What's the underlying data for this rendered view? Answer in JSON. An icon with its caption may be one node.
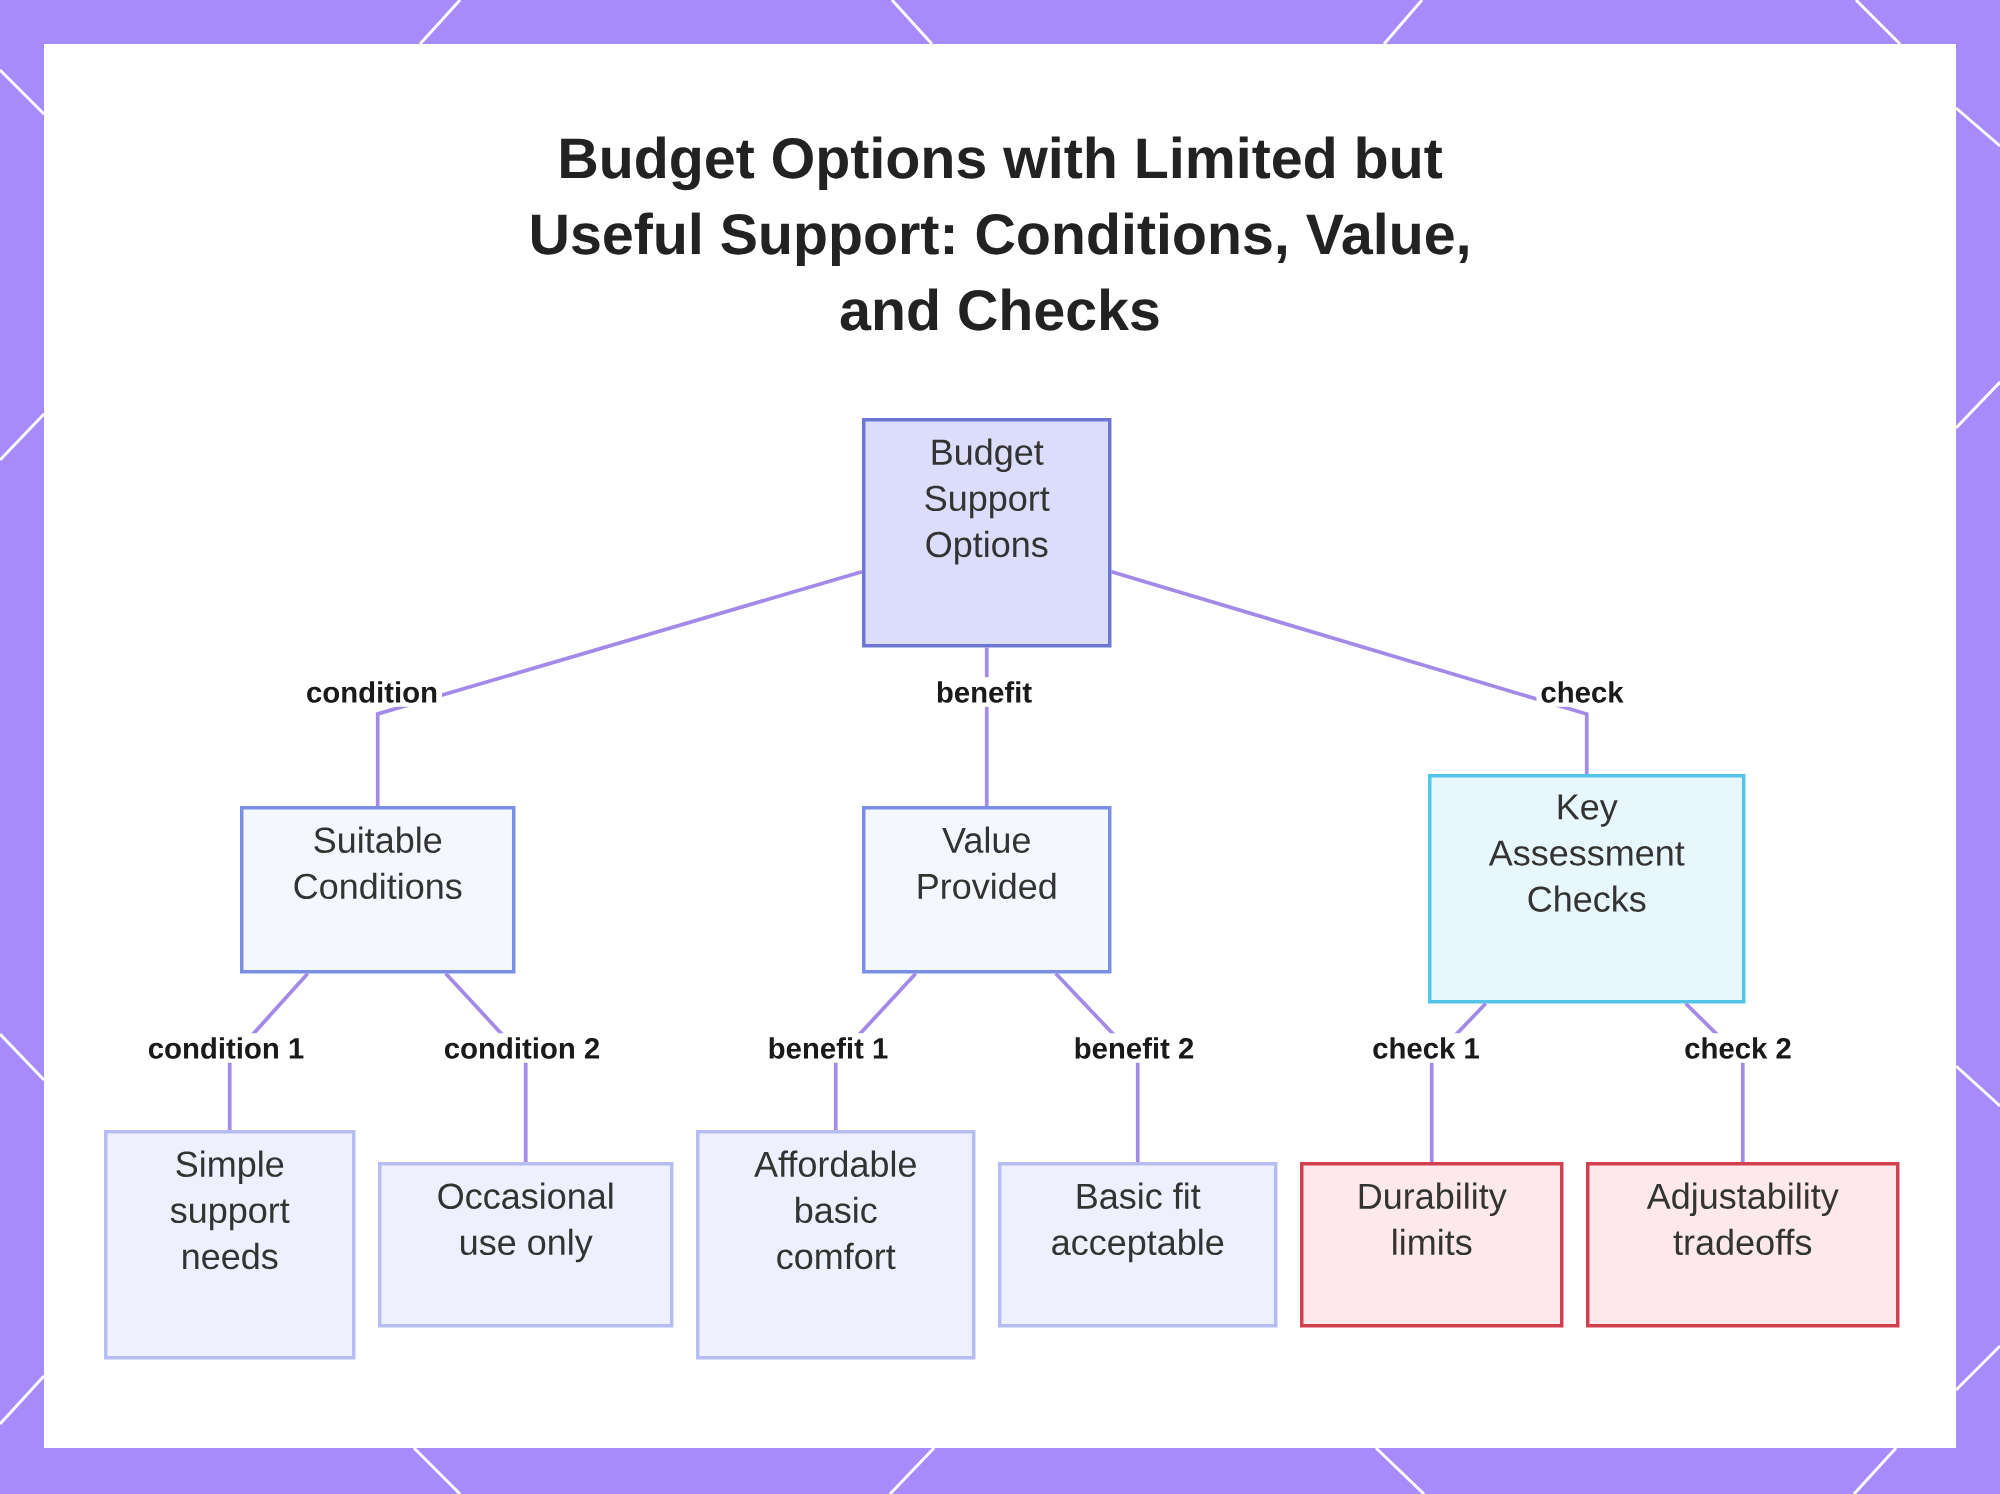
{
  "diagram": {
    "title": "Budget Options with Limited but Useful Support: Conditions, Value, and Checks",
    "nodes": [
      {
        "text": [
          "Budget Support Options"
        ]
      },
      {
        "text": [
          "Suitable Conditions"
        ]
      },
      {
        "text": [
          "Value Provided"
        ]
      },
      {
        "text": [
          "Key Assessment Checks"
        ]
      },
      {
        "text": [
          "Simple support needs"
        ]
      },
      {
        "text": [
          "Occasional use only"
        ]
      },
      {
        "text": [
          "Affordable basic comfort"
        ]
      },
      {
        "text": [
          "Basic fit acceptable"
        ]
      },
      {
        "text": [
          "Durability limits"
        ]
      },
      {
        "text": [
          "Adjustability tradeoffs"
        ]
      }
    ],
    "edges": [
      {
        "from": 0,
        "to": 1,
        "arrow": "none",
        "label": "condition"
      },
      {
        "from": 0,
        "to": 2,
        "arrow": "none",
        "label": "benefit"
      },
      {
        "from": 0,
        "to": 3,
        "arrow": "none",
        "label": "check"
      },
      {
        "from": 1,
        "to": 4,
        "arrow": "none",
        "label": "condition 1"
      },
      {
        "from": 1,
        "to": 5,
        "arrow": "none",
        "label": "condition 2"
      },
      {
        "from": 2,
        "to": 6,
        "arrow": "none",
        "label": "benefit 1"
      },
      {
        "from": 2,
        "to": 7,
        "arrow": "none",
        "label": "benefit 2"
      },
      {
        "from": 3,
        "to": 8,
        "arrow": "none",
        "label": "check 1"
      },
      {
        "from": 3,
        "to": 9,
        "arrow": "none",
        "label": "check 2"
      }
    ]
  }
}
